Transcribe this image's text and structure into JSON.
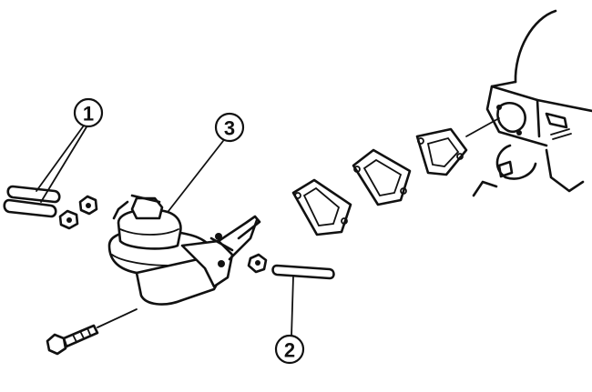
{
  "diagram": {
    "callouts": [
      {
        "id": "callout-1",
        "text": "1"
      },
      {
        "id": "callout-2",
        "text": "2"
      },
      {
        "id": "callout-3",
        "text": "3"
      }
    ]
  }
}
